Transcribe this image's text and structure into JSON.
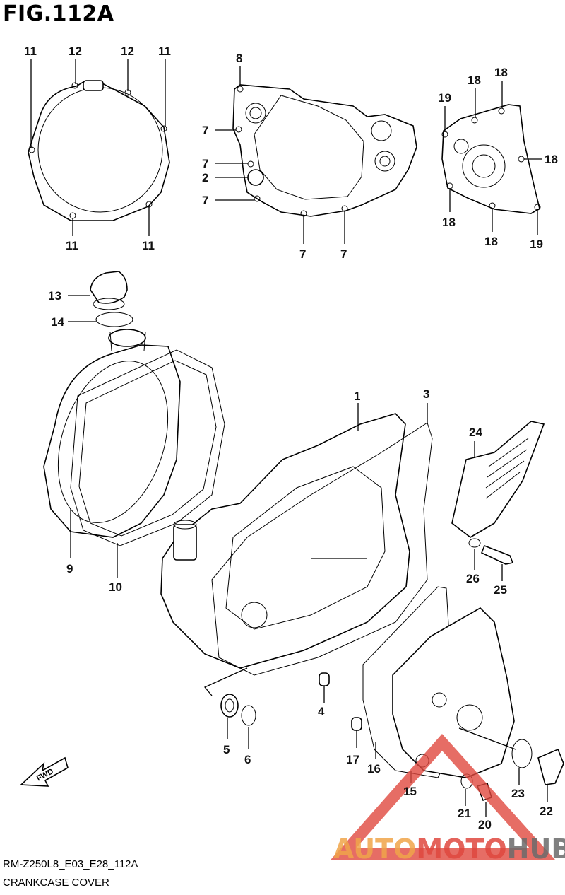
{
  "figure": {
    "title": "FIG.112A",
    "code": "RM-Z250L8_E03_E28_112A",
    "name": "CRANKCASE COVER"
  },
  "callouts": {
    "c11a": "11",
    "c12a": "12",
    "c12b": "12",
    "c11b": "11",
    "c11c": "11",
    "c11d": "11",
    "c8": "8",
    "c7a": "7",
    "c7b": "7",
    "c2": "2",
    "c7c": "7",
    "c7d": "7",
    "c7e": "7",
    "c18a": "18",
    "c18b": "18",
    "c19a": "19",
    "c18c": "18",
    "c18d": "18",
    "c18e": "18",
    "c19b": "19",
    "c13": "13",
    "c14": "14",
    "c1": "1",
    "c3": "3",
    "c24": "24",
    "c9": "9",
    "c10": "10",
    "c26": "26",
    "c25": "25",
    "c4": "4",
    "c5": "5",
    "c6": "6",
    "c17": "17",
    "c16": "16",
    "c15": "15",
    "c21": "21",
    "c20": "20",
    "c23": "23",
    "c22": "22"
  },
  "fwd_label": "FWD",
  "watermark": {
    "part1": "AUTO",
    "part2": "MOTO",
    "part3": "HUB",
    "colors": {
      "red": "#e0483f",
      "orange": "#f0a54a",
      "gray": "#6b6b6b"
    }
  }
}
